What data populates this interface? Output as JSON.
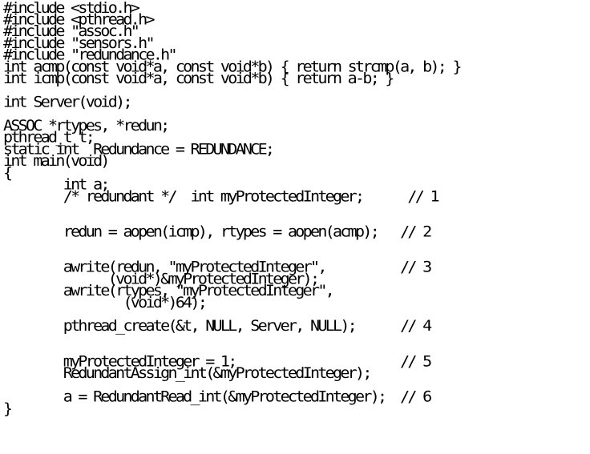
{
  "code_lines": [
    "#include <stdio.h>",
    "#include <pthread.h>",
    "#include \"assoc.h\"",
    "#include \"sensors.h\"",
    "#include \"redundance.h\"",
    "int acmp(const void*a, const void*b) { return strcmp(a, b); }",
    "int icmp(const void*a, const void*b) { return a-b; }",
    "",
    "int Server(void);",
    "",
    "ASSOC *rtypes, *redun;",
    "pthread_t t;",
    "static int _Redundance = REDUNDANCE;",
    "int main(void)",
    "{",
    "        int a;",
    "        /* redundant */  int myProtectedInteger;      // 1",
    "",
    "",
    "        redun = aopen(icmp), rtypes = aopen(acmp);   // 2",
    "",
    "",
    "        awrite(redun, \"myProtectedInteger\",          // 3",
    "              (void*)&myProtectedInteger);",
    "        awrite(rtypes, \"myProtectedInteger\",",
    "                (void*)64);",
    "",
    "        pthread_create(&t, NULL, Server, NULL);      // 4",
    "",
    "",
    "        myProtectedInteger = 1;                      // 5",
    "        RedundantAssign_int(&myProtectedInteger);",
    "",
    "        a = RedundantRead_int(&myProtectedInteger);  // 6",
    "}"
  ]
}
